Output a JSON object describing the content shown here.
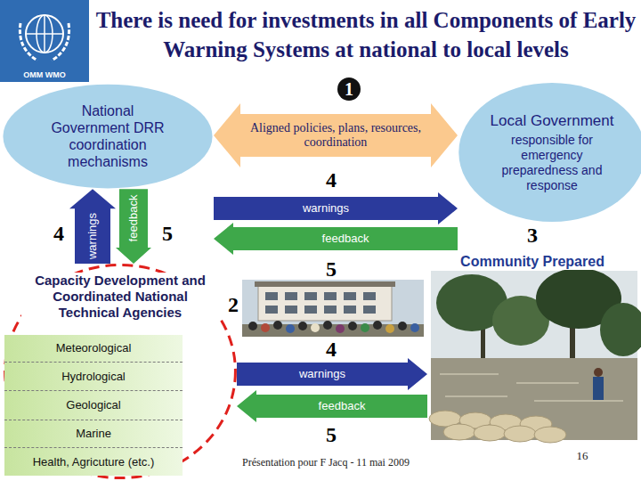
{
  "diagram": {
    "title": "There is need for investments in all Components of Early Warning Systems at national to local levels",
    "nodes": [
      {
        "text": [
          "National Government DRR coordination mechanisms"
        ]
      },
      {
        "text": [
          "Local Government",
          "responsible for emergency preparedness and response"
        ]
      },
      {
        "text": [
          "Capacity Development and Coordinated National Technical Agencies"
        ]
      },
      {
        "text": [
          "Meteorological"
        ],
        "in": 2
      },
      {
        "text": [
          "Hydrological"
        ],
        "in": 2
      },
      {
        "text": [
          "Geological"
        ],
        "in": 2
      },
      {
        "text": [
          "Marine"
        ],
        "in": 2
      },
      {
        "text": [
          "Health, Agricuture (etc.)"
        ],
        "in": 2
      },
      {
        "text": [
          "Community Prepared"
        ]
      }
    ],
    "edges": [
      {
        "from": 0,
        "to": 1,
        "label": "Aligned policies, plans, resources, coordination",
        "arrow": "both"
      },
      {
        "from": 0,
        "to": 1,
        "label": "warnings",
        "arrow": "to"
      },
      {
        "from": 1,
        "to": 0,
        "label": "feedback",
        "arrow": "to"
      },
      {
        "from": 2,
        "to": 0,
        "label": "warnings",
        "arrow": "to"
      },
      {
        "from": 0,
        "to": 2,
        "label": "feedback",
        "arrow": "to"
      },
      {
        "from": 2,
        "to": 8,
        "label": "warnings",
        "arrow": "to"
      },
      {
        "from": 8,
        "to": 2,
        "label": "feedback",
        "arrow": "to"
      }
    ],
    "labels": [
      "OMM WMO",
      "1",
      "4",
      "5",
      "4",
      "5",
      "3",
      "2",
      "4",
      "5",
      "Présentation pour F Jacq - 11 mai 2009",
      "16"
    ]
  }
}
